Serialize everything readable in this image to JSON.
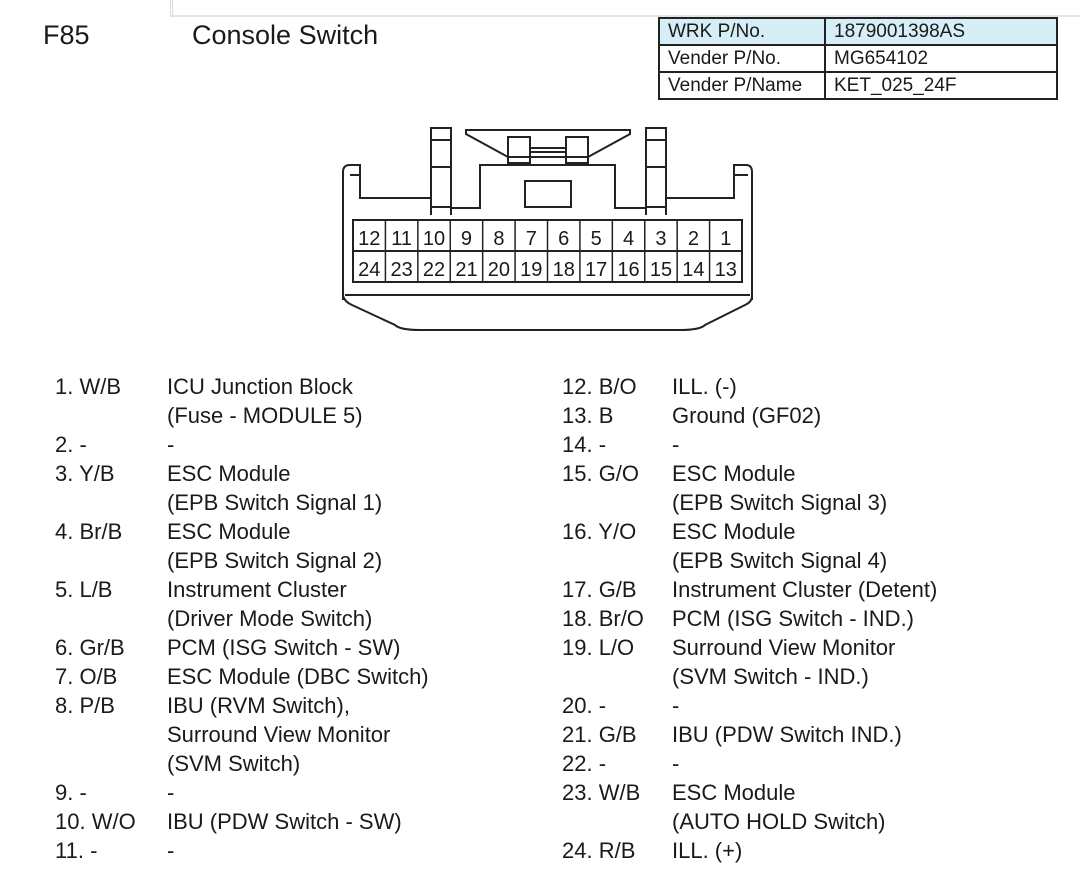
{
  "header": {
    "code": "F85",
    "title": "Console Switch"
  },
  "info_table": [
    {
      "label": "WRK P/No.",
      "value": "1879001398AS"
    },
    {
      "label": "Vender P/No.",
      "value": "MG654102"
    },
    {
      "label": "Vender P/Name",
      "value": "KET_025_24F"
    }
  ],
  "connector": {
    "top_row": [
      "12",
      "11",
      "10",
      "9",
      "8",
      "7",
      "6",
      "5",
      "4",
      "3",
      "2",
      "1"
    ],
    "bottom_row": [
      "24",
      "23",
      "22",
      "21",
      "20",
      "19",
      "18",
      "17",
      "16",
      "15",
      "14",
      "13"
    ]
  },
  "pins_left": [
    {
      "num": "1. W/B",
      "desc": "ICU Junction Block\n(Fuse - MODULE 5)"
    },
    {
      "num": "2. -",
      "desc": "-"
    },
    {
      "num": "3. Y/B",
      "desc": "ESC Module\n(EPB Switch Signal 1)"
    },
    {
      "num": "4. Br/B",
      "desc": "ESC Module\n(EPB Switch Signal 2)"
    },
    {
      "num": "5. L/B",
      "desc": "Instrument Cluster\n(Driver Mode Switch)"
    },
    {
      "num": "6. Gr/B",
      "desc": "PCM (ISG Switch - SW)"
    },
    {
      "num": "7. O/B",
      "desc": "ESC Module (DBC Switch)"
    },
    {
      "num": "8. P/B",
      "desc": "IBU (RVM Switch),\nSurround View Monitor\n(SVM Switch)"
    },
    {
      "num": "9. -",
      "desc": "-"
    },
    {
      "num": "10. W/O",
      "desc": "IBU (PDW Switch - SW)"
    },
    {
      "num": "11. -",
      "desc": "-"
    }
  ],
  "pins_right": [
    {
      "num": "12. B/O",
      "desc": "ILL. (-)"
    },
    {
      "num": "13. B",
      "desc": "Ground (GF02)"
    },
    {
      "num": "14. -",
      "desc": "-"
    },
    {
      "num": "15. G/O",
      "desc": "ESC Module\n(EPB Switch Signal 3)"
    },
    {
      "num": "16. Y/O",
      "desc": "ESC Module\n(EPB Switch Signal 4)"
    },
    {
      "num": "17. G/B",
      "desc": "Instrument Cluster (Detent)"
    },
    {
      "num": "18. Br/O",
      "desc": "PCM (ISG Switch - IND.)"
    },
    {
      "num": "19. L/O",
      "desc": "Surround View Monitor\n(SVM Switch - IND.)"
    },
    {
      "num": "20. -",
      "desc": "-"
    },
    {
      "num": "21. G/B",
      "desc": "IBU (PDW Switch IND.)"
    },
    {
      "num": "22. -",
      "desc": "-"
    },
    {
      "num": "23. W/B",
      "desc": "ESC Module\n(AUTO HOLD Switch)"
    },
    {
      "num": "24. R/B",
      "desc": "ILL. (+)"
    }
  ]
}
